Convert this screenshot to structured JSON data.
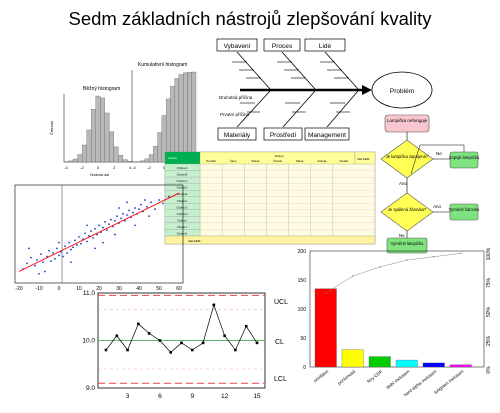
{
  "title": "Sedm základních nástrojů zlepšování kvality",
  "histograms": {
    "left_title": "Běžný histogram",
    "right_title": "Kumulativní histogram",
    "left_ylabel": "Četnost",
    "xlabel": "Hodnota dat",
    "left_values": [
      1,
      3,
      8,
      20,
      45,
      85,
      140,
      175,
      170,
      130,
      80,
      40,
      18,
      6,
      2
    ],
    "right_values": [
      1,
      4,
      12,
      32,
      77,
      162,
      302,
      477,
      647,
      777,
      857,
      897,
      915,
      921,
      923
    ],
    "left_x_ticks": [
      "-4",
      "-2",
      "0",
      "2",
      "4"
    ],
    "right_x_ticks": [
      "-4",
      "-2",
      "0",
      "2",
      "4"
    ]
  },
  "fishbone": {
    "top_boxes": [
      "Vybavení",
      "Proces",
      "Lidé"
    ],
    "bottom_boxes": [
      "Materiály",
      "Prostředí",
      "Management"
    ],
    "head": "Problém",
    "side_labels": [
      "Druhotná příčina",
      "Prvotní příčina"
    ]
  },
  "flowchart": {
    "start": "Lampička nefunguje",
    "decision1": "Je lampička zapojená?",
    "action1": "Zapojit lampičku",
    "decision2": "Je spálená žárovka?",
    "action2": "Vyměnit žárovku",
    "end": "Vyměnit lampičku",
    "no": "Ne",
    "yes": "Ano"
  },
  "check_sheet": {
    "header_left": "Jméno",
    "header_right": "Datum",
    "columns": [
      "Pondělí",
      "Úterý",
      "Středa",
      "Čtvrtek",
      "Pátek",
      "Sobota",
      "Neděle"
    ],
    "total_label": "CELKEM",
    "rows": [
      "Chyba A",
      "Chyba B",
      "Chyba C",
      "Chyba D",
      "Chyba E",
      "Chyba F",
      "Chyba G",
      "Chyba H",
      "Chyba I",
      "Chyba J",
      "Chyba K"
    ],
    "totals_label": "CELKEM"
  },
  "scatter": {
    "x_ticks": [
      "-20",
      "-10",
      "0",
      "10",
      "20",
      "30",
      "40",
      "50",
      "60"
    ],
    "points": [
      [
        -16,
        27
      ],
      [
        -14,
        32
      ],
      [
        -12,
        25
      ],
      [
        -11,
        30
      ],
      [
        -9,
        35
      ],
      [
        -8,
        28
      ],
      [
        -6,
        33
      ],
      [
        -5,
        38
      ],
      [
        -4,
        29
      ],
      [
        -3,
        36
      ],
      [
        -2,
        31
      ],
      [
        -1,
        40
      ],
      [
        0,
        34
      ],
      [
        1,
        37
      ],
      [
        2,
        33
      ],
      [
        3,
        42
      ],
      [
        4,
        36
      ],
      [
        5,
        45
      ],
      [
        6,
        39
      ],
      [
        7,
        41
      ],
      [
        8,
        47
      ],
      [
        9,
        43
      ],
      [
        10,
        50
      ],
      [
        11,
        44
      ],
      [
        12,
        48
      ],
      [
        13,
        53
      ],
      [
        14,
        46
      ],
      [
        15,
        51
      ],
      [
        16,
        55
      ],
      [
        17,
        49
      ],
      [
        18,
        57
      ],
      [
        19,
        52
      ],
      [
        20,
        60
      ],
      [
        21,
        54
      ],
      [
        22,
        58
      ],
      [
        23,
        63
      ],
      [
        24,
        56
      ],
      [
        25,
        61
      ],
      [
        26,
        65
      ],
      [
        27,
        59
      ],
      [
        28,
        64
      ],
      [
        29,
        68
      ],
      [
        30,
        62
      ],
      [
        31,
        66
      ],
      [
        32,
        70
      ],
      [
        33,
        64
      ],
      [
        34,
        69
      ],
      [
        35,
        73
      ],
      [
        36,
        67
      ],
      [
        37,
        71
      ],
      [
        38,
        75
      ],
      [
        39,
        70
      ],
      [
        40,
        74
      ],
      [
        41,
        78
      ],
      [
        42,
        72
      ],
      [
        44,
        76
      ],
      [
        46,
        80
      ],
      [
        48,
        74
      ],
      [
        50,
        82
      ],
      [
        -18,
        22
      ],
      [
        -15,
        40
      ],
      [
        -7,
        20
      ],
      [
        0,
        45
      ],
      [
        6,
        28
      ],
      [
        14,
        60
      ],
      [
        22,
        45
      ],
      [
        30,
        75
      ],
      [
        38,
        60
      ],
      [
        45,
        68
      ],
      [
        52,
        79
      ],
      [
        -10,
        18
      ],
      [
        18,
        40
      ],
      [
        28,
        52
      ],
      [
        34,
        80
      ],
      [
        43,
        82
      ],
      [
        55,
        85
      ]
    ],
    "fit_line": [
      [
        -20,
        20
      ],
      [
        60,
        88
      ]
    ]
  },
  "control_chart": {
    "ucl_label": "UCL",
    "cl_label": "CL",
    "lcl_label": "LCL",
    "y_ticks": [
      "11.0",
      "10.0",
      "9.0"
    ],
    "x_ticks": [
      "3",
      "6",
      "9",
      "12",
      "15"
    ],
    "ucl": 10.95,
    "cl": 10.0,
    "lcl": 9.1,
    "values": [
      9.8,
      10.1,
      9.8,
      10.35,
      10.15,
      10.0,
      9.75,
      9.95,
      9.8,
      9.95,
      10.75,
      10.1,
      9.8,
      10.3,
      9.95
    ]
  },
  "pareto": {
    "y_ticks": [
      "200",
      "150",
      "100",
      "50",
      "0"
    ],
    "pct_ticks": [
      "100%",
      "75%",
      "50%",
      "25%",
      "0%"
    ],
    "categories": [
      "smrštění",
      "porézností",
      "fery CDF",
      "slabí inclusion",
      "hard alpha inclusion",
      "tungsten inclusion"
    ],
    "values": [
      135,
      30,
      18,
      12,
      7,
      4
    ],
    "colors": [
      "#ff0000",
      "#ffff00",
      "#00cc00",
      "#00ffff",
      "#0000ff",
      "#ff00ff"
    ],
    "cumulative_pct": [
      0.65,
      0.8,
      0.88,
      0.94,
      0.97,
      1.0
    ]
  },
  "chart_data": [
    {
      "type": "line",
      "title": "",
      "xlabel": "",
      "ylabel": "",
      "x": [
        1,
        2,
        3,
        4,
        5,
        6,
        7,
        8,
        9,
        10,
        11,
        12,
        13,
        14,
        15
      ],
      "series": [
        {
          "name": "",
          "values": [
            9.8,
            10.1,
            9.8,
            10.35,
            10.15,
            10.0,
            9.75,
            9.95,
            9.8,
            9.95,
            10.75,
            10.1,
            9.8,
            10.3,
            9.95
          ]
        }
      ],
      "ylim": [
        9.0,
        11.0
      ]
    },
    {
      "type": "bar",
      "title": "",
      "categories": [
        "smrštění",
        "porézností",
        "fery CDF",
        "slabí inclusion",
        "hard alpha inclusion",
        "tungsten inclusion"
      ],
      "values": [
        135,
        30,
        18,
        12,
        7,
        4
      ],
      "ylim": [
        0,
        200
      ]
    }
  ]
}
